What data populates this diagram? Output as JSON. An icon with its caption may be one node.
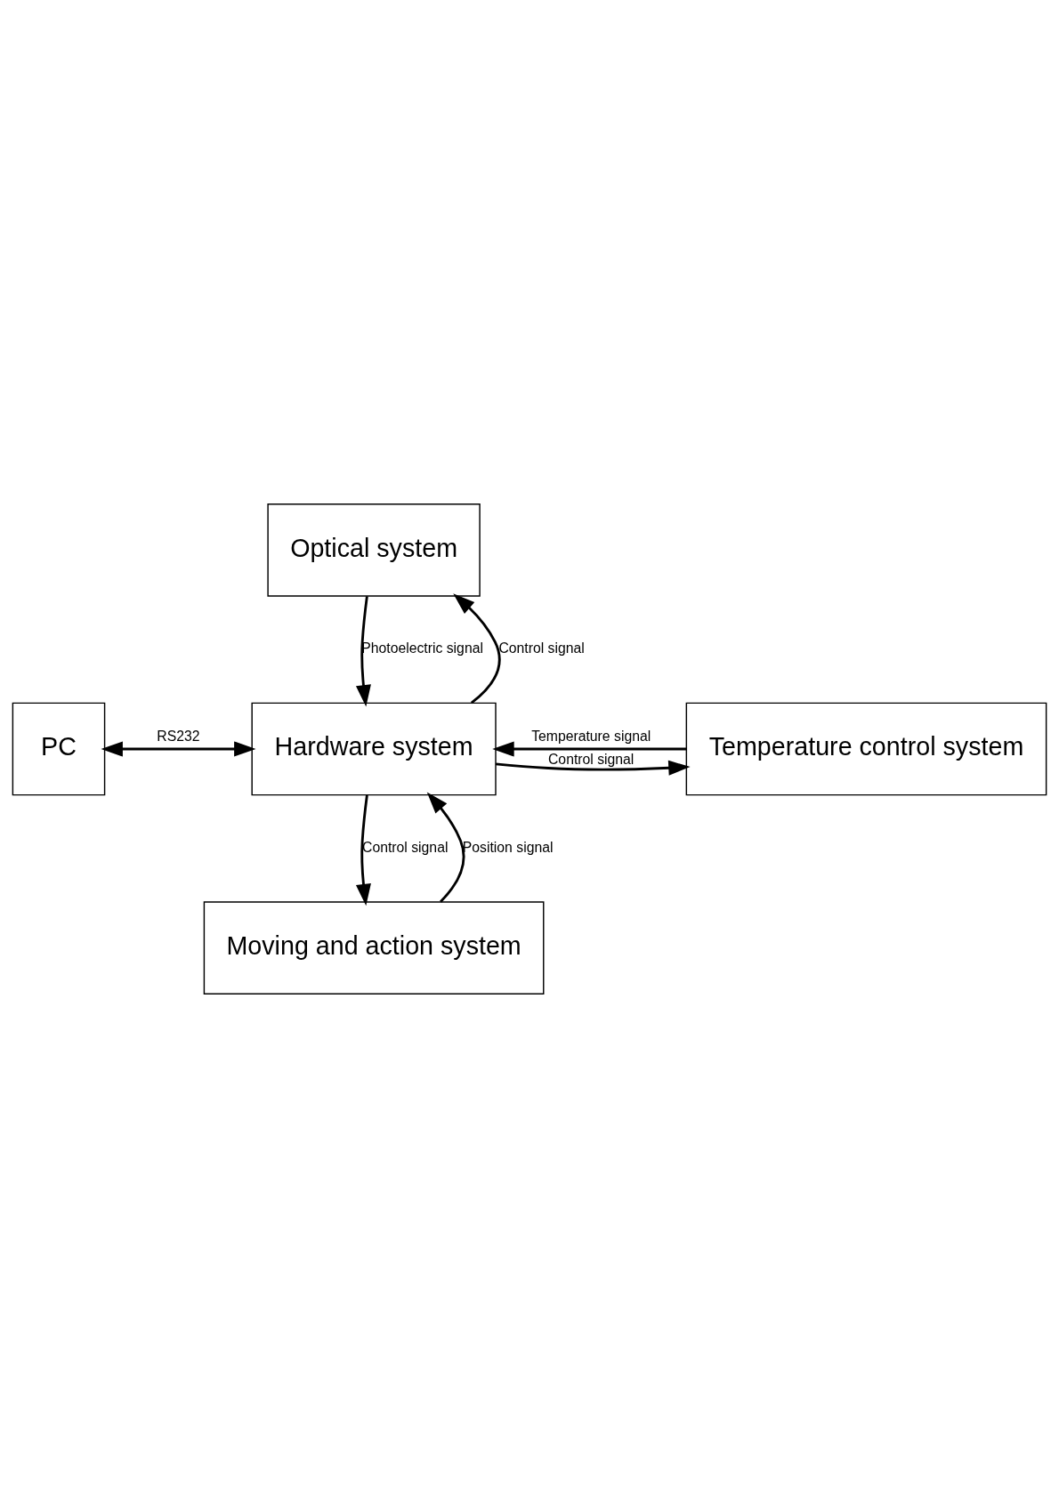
{
  "diagram": {
    "nodes": [
      {
        "text": [
          "Optical system"
        ]
      },
      {
        "text": [
          "PC"
        ]
      },
      {
        "text": [
          "Hardware system"
        ]
      },
      {
        "text": [
          "Temperature control system"
        ]
      },
      {
        "text": [
          "Moving and action system"
        ]
      }
    ],
    "edges": [
      {
        "from": 0,
        "to": 2,
        "arrow": "to",
        "label": "Photoelectric signal"
      },
      {
        "from": 2,
        "to": 0,
        "arrow": "to",
        "label": "Control signal"
      },
      {
        "from": 1,
        "to": 2,
        "arrow": "both",
        "label": "RS232"
      },
      {
        "from": 3,
        "to": 2,
        "arrow": "to",
        "label": "Temperature signal"
      },
      {
        "from": 2,
        "to": 3,
        "arrow": "to",
        "label": "Control signal"
      },
      {
        "from": 2,
        "to": 4,
        "arrow": "to",
        "label": "Control signal"
      },
      {
        "from": 4,
        "to": 2,
        "arrow": "to",
        "label": "Position signal"
      }
    ]
  }
}
